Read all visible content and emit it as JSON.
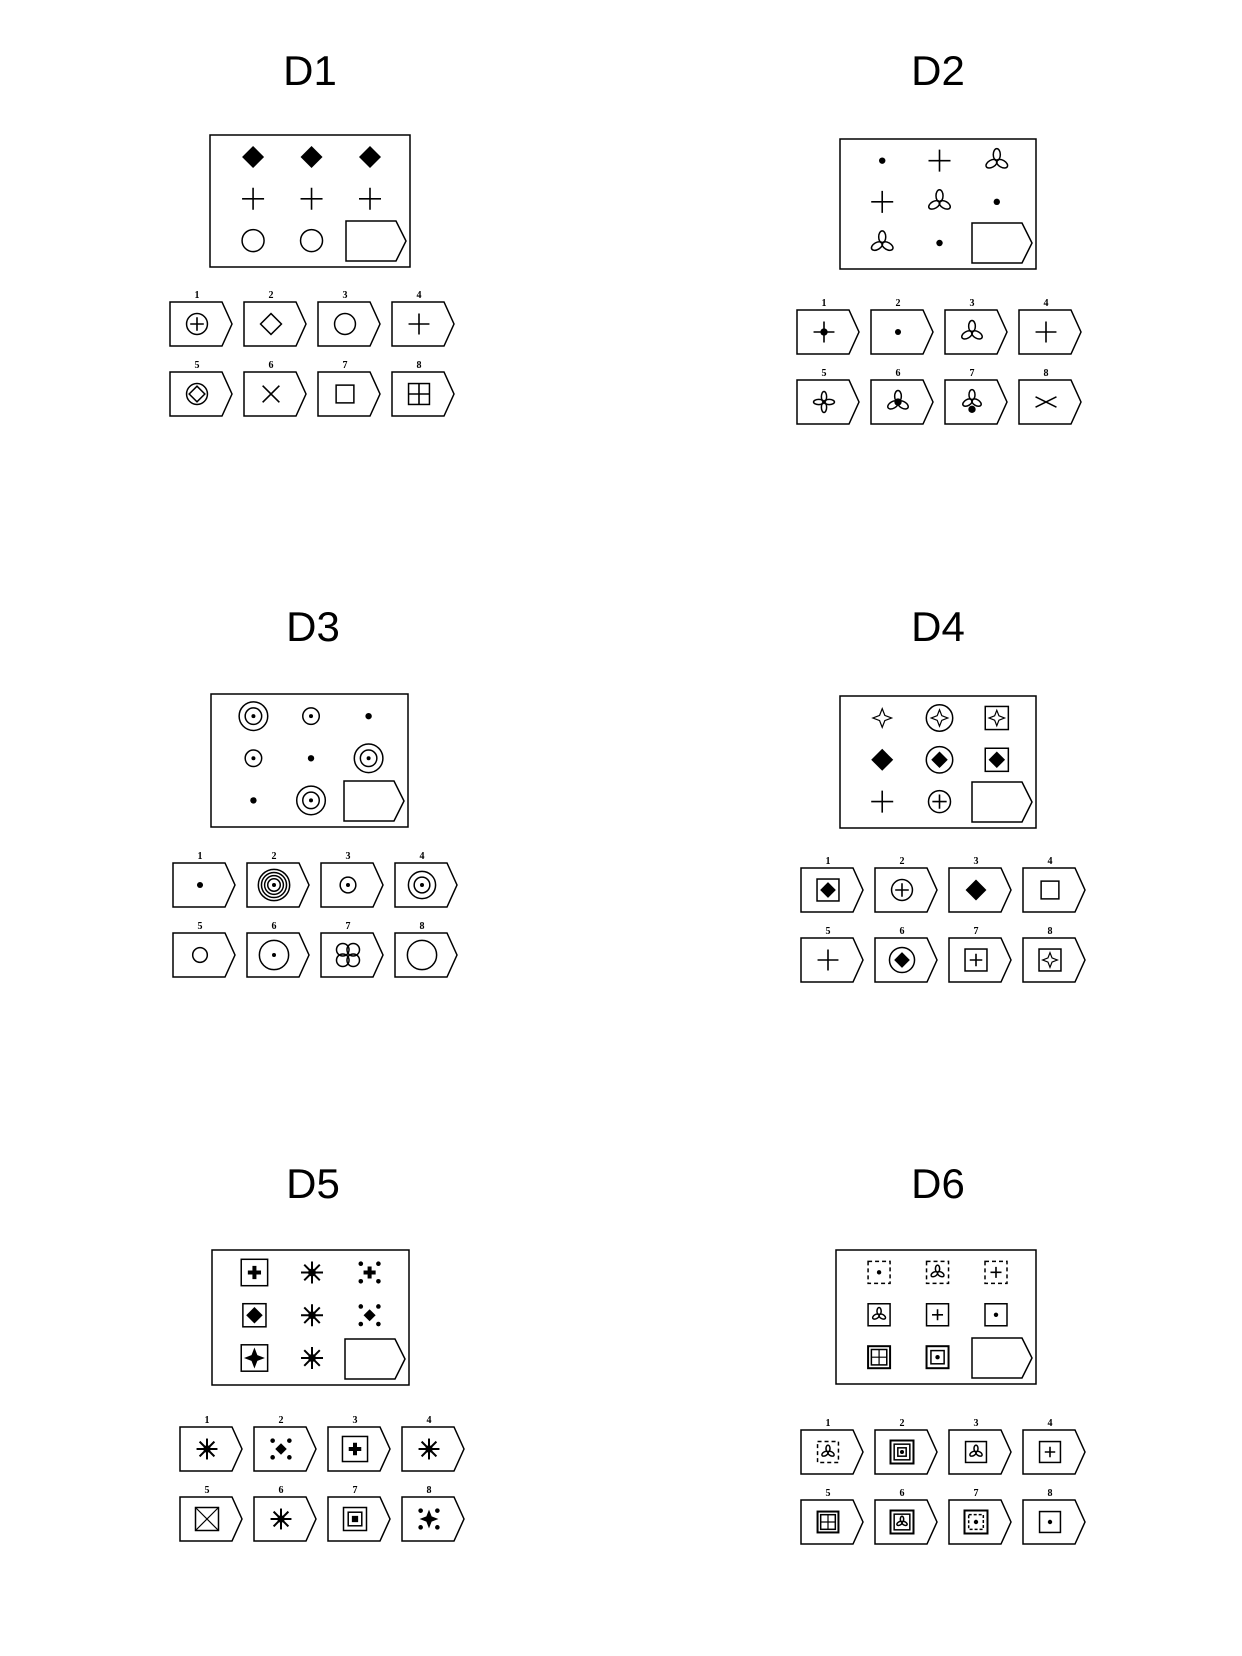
{
  "puzzles": [
    {
      "title": "D1",
      "matrix": [
        [
          "diamond-filled",
          "diamond-filled",
          "diamond-filled"
        ],
        [
          "plus",
          "plus",
          "plus"
        ],
        [
          "circle",
          "circle",
          "blank"
        ]
      ],
      "options": [
        {
          "num": "1",
          "shape": "circle-plus"
        },
        {
          "num": "2",
          "shape": "diamond"
        },
        {
          "num": "3",
          "shape": "circle"
        },
        {
          "num": "4",
          "shape": "plus"
        },
        {
          "num": "5",
          "shape": "circle-diamond"
        },
        {
          "num": "6",
          "shape": "x"
        },
        {
          "num": "7",
          "shape": "square"
        },
        {
          "num": "8",
          "shape": "square-grid"
        }
      ]
    },
    {
      "title": "D2",
      "matrix": [
        [
          "dot",
          "plus",
          "trefoil"
        ],
        [
          "plus",
          "trefoil",
          "dot"
        ],
        [
          "trefoil",
          "dot",
          "blank"
        ]
      ],
      "options": [
        {
          "num": "1",
          "shape": "plus-dot"
        },
        {
          "num": "2",
          "shape": "dot"
        },
        {
          "num": "3",
          "shape": "trefoil"
        },
        {
          "num": "4",
          "shape": "plus"
        },
        {
          "num": "5",
          "shape": "quatrefoil"
        },
        {
          "num": "6",
          "shape": "trefoil-filled"
        },
        {
          "num": "7",
          "shape": "trefoil-dot"
        },
        {
          "num": "8",
          "shape": "x-wide"
        }
      ]
    },
    {
      "title": "D3",
      "matrix": [
        [
          "ring3",
          "ring2",
          "dot"
        ],
        [
          "ring2",
          "dot",
          "ring3"
        ],
        [
          "dot",
          "ring3",
          "blank"
        ]
      ],
      "options": [
        {
          "num": "1",
          "shape": "dot"
        },
        {
          "num": "2",
          "shape": "ring5"
        },
        {
          "num": "3",
          "shape": "ring2"
        },
        {
          "num": "4",
          "shape": "ring3"
        },
        {
          "num": "5",
          "shape": "small-circle"
        },
        {
          "num": "6",
          "shape": "big-ring-dot"
        },
        {
          "num": "7",
          "shape": "four-circles"
        },
        {
          "num": "8",
          "shape": "big-circle"
        }
      ]
    },
    {
      "title": "D4",
      "matrix": [
        [
          "star4",
          "circle-star4",
          "square-star4"
        ],
        [
          "diamond-filled",
          "circle-diamond-filled",
          "square-diamond-filled"
        ],
        [
          "plus",
          "circle-plus",
          "blank"
        ]
      ],
      "options": [
        {
          "num": "1",
          "shape": "square-diamond-filled"
        },
        {
          "num": "2",
          "shape": "circle-plus"
        },
        {
          "num": "3",
          "shape": "diamond-filled"
        },
        {
          "num": "4",
          "shape": "square"
        },
        {
          "num": "5",
          "shape": "plus"
        },
        {
          "num": "6",
          "shape": "circle-diamond-filled"
        },
        {
          "num": "7",
          "shape": "square-plus"
        },
        {
          "num": "8",
          "shape": "square-star4"
        }
      ]
    },
    {
      "title": "D5",
      "matrix": [
        [
          "square-bold-plus",
          "burst-x",
          "dots-bold-plus"
        ],
        [
          "square-diamond-filled",
          "burst-x",
          "dots-diamond"
        ],
        [
          "square-star-filled",
          "burst-x",
          "blank"
        ]
      ],
      "options": [
        {
          "num": "1",
          "shape": "burst-x"
        },
        {
          "num": "2",
          "shape": "dots-diamond"
        },
        {
          "num": "3",
          "shape": "square-bold-plus"
        },
        {
          "num": "4",
          "shape": "burst-x"
        },
        {
          "num": "5",
          "shape": "square-x"
        },
        {
          "num": "6",
          "shape": "burst-x"
        },
        {
          "num": "7",
          "shape": "square-square"
        },
        {
          "num": "8",
          "shape": "dots-star"
        }
      ]
    },
    {
      "title": "D6",
      "matrix": [
        [
          "dashsq-dot",
          "dashsq-trefoil",
          "dashsq-plus"
        ],
        [
          "sq-trefoil",
          "sq-plus",
          "sq-dot"
        ],
        [
          "dblsq-plus",
          "dblsq-dot",
          "blank"
        ]
      ],
      "options": [
        {
          "num": "1",
          "shape": "dashsq-trefoil"
        },
        {
          "num": "2",
          "shape": "dblsq-square"
        },
        {
          "num": "3",
          "shape": "sq-trefoil"
        },
        {
          "num": "4",
          "shape": "sq-plus"
        },
        {
          "num": "5",
          "shape": "dblsq-plus"
        },
        {
          "num": "6",
          "shape": "dblsq-trefoil"
        },
        {
          "num": "7",
          "shape": "dblsq-dashsq-dot"
        },
        {
          "num": "8",
          "shape": "sq-dot"
        }
      ]
    }
  ]
}
